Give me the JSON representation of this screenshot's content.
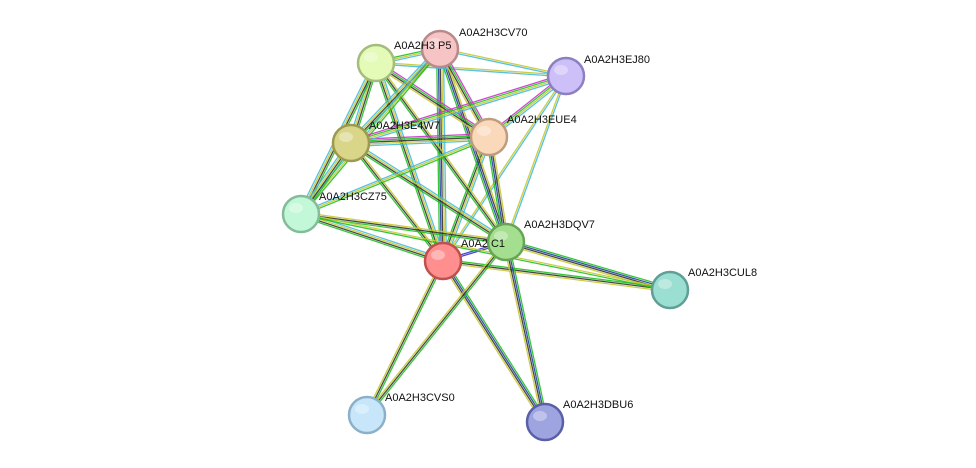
{
  "network": {
    "nodes": [
      {
        "id": "hcv70",
        "label": "A0A2H3CV70",
        "color": "#f6c4c4",
        "stroke": "#b88a8a"
      },
      {
        "id": "hp5",
        "label": "A0A2H3 P5",
        "color": "#e3fbb6",
        "stroke": "#a5bd7c"
      },
      {
        "id": "hej80",
        "label": "A0A2H3EJ80",
        "color": "#cdbff8",
        "stroke": "#8d7fc0"
      },
      {
        "id": "he4w7",
        "label": "A0A2H3E4W7",
        "color": "#d9d68a",
        "stroke": "#9c9a4e"
      },
      {
        "id": "heue4",
        "label": "A0A2H3EUE4",
        "color": "#fad9bb",
        "stroke": "#c09c7e"
      },
      {
        "id": "hcz75",
        "label": "A0A2H3CZ75",
        "color": "#c2f7d7",
        "stroke": "#84bc9a"
      },
      {
        "id": "hdqv7",
        "label": "A0A2H3DQV7",
        "color": "#a3df8e",
        "stroke": "#67a453"
      },
      {
        "id": "hc1",
        "label": "A0A2 C1",
        "color": "#ff8f8f",
        "stroke": "#c05050"
      },
      {
        "id": "hcul8",
        "label": "A0A2H3CUL8",
        "color": "#9bded2",
        "stroke": "#5f9f95"
      },
      {
        "id": "hcvs0",
        "label": "A0A2H3CVS0",
        "color": "#c7e6fa",
        "stroke": "#8cb0c8"
      },
      {
        "id": "hdbu6",
        "label": "A0A2H3DBU6",
        "color": "#9da4e0",
        "stroke": "#5a60a8"
      }
    ],
    "edges": [
      {
        "source": "hc1",
        "target": "hdqv7",
        "colors": [
          "#3333cc",
          "#3333cc"
        ]
      },
      {
        "source": "hc1",
        "target": "hcv70",
        "colors": [
          "#21c021",
          "#2040a0",
          "#333333",
          "#c8c832",
          "#44bbdd"
        ]
      },
      {
        "source": "hc1",
        "target": "hp5",
        "colors": [
          "#21c021",
          "#333333",
          "#c8c832",
          "#44bbdd"
        ]
      },
      {
        "source": "hc1",
        "target": "he4w7",
        "colors": [
          "#21c021",
          "#333333",
          "#c8c832"
        ]
      },
      {
        "source": "hc1",
        "target": "heue4",
        "colors": [
          "#21c021",
          "#333333",
          "#c8c832",
          "#44bbdd"
        ]
      },
      {
        "source": "hc1",
        "target": "hcz75",
        "colors": [
          "#21c021",
          "#333333",
          "#c8c832",
          "#44bbdd"
        ]
      },
      {
        "source": "hc1",
        "target": "hcul8",
        "colors": [
          "#21c021",
          "#333333",
          "#c8c832"
        ]
      },
      {
        "source": "hc1",
        "target": "hcvs0",
        "colors": [
          "#21c021",
          "#333333",
          "#c8c832"
        ]
      },
      {
        "source": "hc1",
        "target": "hdbu6",
        "colors": [
          "#21c021",
          "#2040a0",
          "#333333",
          "#c8c832"
        ]
      },
      {
        "source": "hc1",
        "target": "hej80",
        "colors": [
          "#c8c832",
          "#44bbdd"
        ]
      },
      {
        "source": "hdqv7",
        "target": "hcv70",
        "colors": [
          "#21c021",
          "#2040a0",
          "#333333",
          "#c8c832"
        ]
      },
      {
        "source": "hdqv7",
        "target": "hp5",
        "colors": [
          "#21c021",
          "#333333",
          "#c8c832"
        ]
      },
      {
        "source": "hdqv7",
        "target": "he4w7",
        "colors": [
          "#21c021",
          "#333333",
          "#c8c832",
          "#44bbdd"
        ]
      },
      {
        "source": "hdqv7",
        "target": "heue4",
        "colors": [
          "#21c021",
          "#2040a0",
          "#333333",
          "#c8c832"
        ]
      },
      {
        "source": "hdqv7",
        "target": "hcz75",
        "colors": [
          "#21c021",
          "#333333",
          "#c8c832"
        ]
      },
      {
        "source": "hdqv7",
        "target": "hcul8",
        "colors": [
          "#21c021",
          "#2040a0",
          "#333333",
          "#c8c832"
        ]
      },
      {
        "source": "hdqv7",
        "target": "hcvs0",
        "colors": [
          "#21c021",
          "#333333",
          "#c8c832"
        ]
      },
      {
        "source": "hdqv7",
        "target": "hdbu6",
        "colors": [
          "#21c021",
          "#2040a0",
          "#333333",
          "#c8c832"
        ]
      },
      {
        "source": "hdqv7",
        "target": "hej80",
        "colors": [
          "#c8c832",
          "#44bbdd"
        ]
      },
      {
        "source": "hp5",
        "target": "hcv70",
        "colors": [
          "#21c021",
          "#c8c832",
          "#44bbdd"
        ]
      },
      {
        "source": "hp5",
        "target": "he4w7",
        "colors": [
          "#21c021",
          "#333333",
          "#c8c832",
          "#44bbdd"
        ]
      },
      {
        "source": "hp5",
        "target": "heue4",
        "colors": [
          "#cc33cc",
          "#21c021",
          "#333333",
          "#c8c832"
        ]
      },
      {
        "source": "hp5",
        "target": "hcz75",
        "colors": [
          "#21c021",
          "#333333",
          "#c8c832",
          "#44bbdd"
        ]
      },
      {
        "source": "hp5",
        "target": "hej80",
        "colors": [
          "#c8c832",
          "#44bbdd"
        ]
      },
      {
        "source": "hcv70",
        "target": "he4w7",
        "colors": [
          "#21c021",
          "#333333",
          "#c8c832",
          "#44bbdd"
        ]
      },
      {
        "source": "hcv70",
        "target": "heue4",
        "colors": [
          "#cc33cc",
          "#21c021",
          "#333333",
          "#c8c832"
        ]
      },
      {
        "source": "hcv70",
        "target": "hcz75",
        "colors": [
          "#21c021",
          "#c8c832",
          "#44bbdd"
        ]
      },
      {
        "source": "hcv70",
        "target": "hej80",
        "colors": [
          "#c8c832",
          "#44bbdd"
        ]
      },
      {
        "source": "he4w7",
        "target": "heue4",
        "colors": [
          "#cc33cc",
          "#21c021",
          "#333333",
          "#c8c832",
          "#44bbdd"
        ]
      },
      {
        "source": "he4w7",
        "target": "hcz75",
        "colors": [
          "#21c021",
          "#333333",
          "#c8c832",
          "#44bbdd"
        ]
      },
      {
        "source": "he4w7",
        "target": "hej80",
        "colors": [
          "#cc33cc",
          "#21c021",
          "#c8c832",
          "#44bbdd"
        ]
      },
      {
        "source": "heue4",
        "target": "hcz75",
        "colors": [
          "#21c021",
          "#c8c832",
          "#44bbdd"
        ]
      },
      {
        "source": "heue4",
        "target": "hej80",
        "colors": [
          "#cc33cc",
          "#21c021",
          "#c8c832",
          "#44bbdd"
        ]
      },
      {
        "source": "hcz75",
        "target": "hcul8",
        "colors": [
          "#c8c832",
          "#21c021"
        ]
      }
    ]
  }
}
